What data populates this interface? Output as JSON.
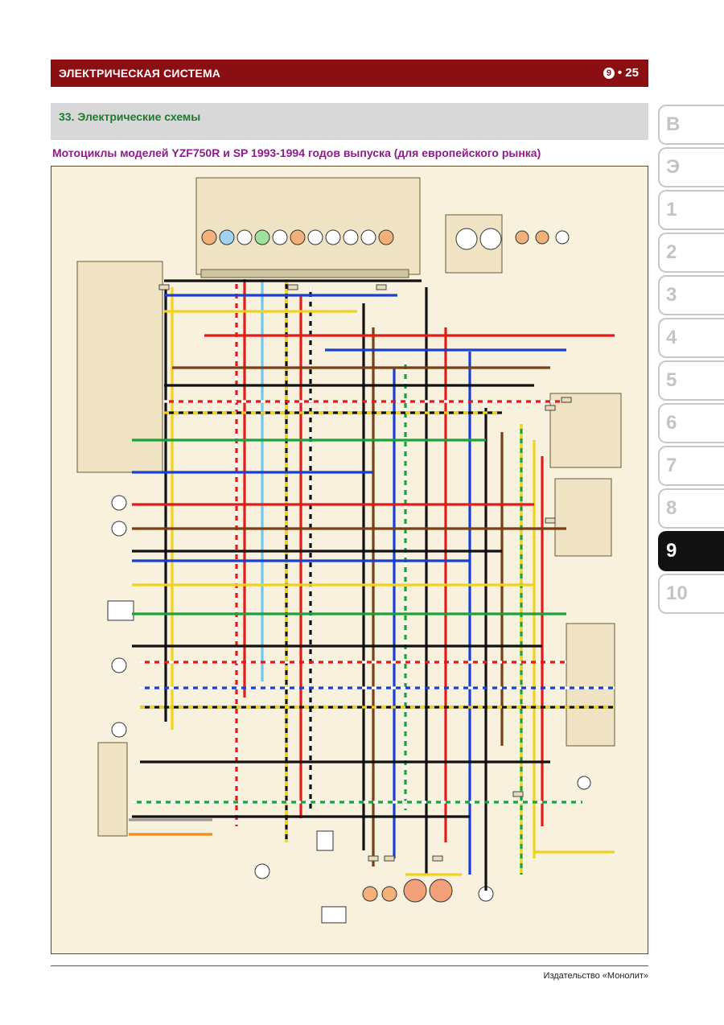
{
  "header": {
    "title": "ЭЛЕКТРИЧЕСКАЯ СИСТЕМА",
    "chapter_glyph": "9",
    "page": "• 25"
  },
  "section": {
    "title": "33. Электрические схемы"
  },
  "subtitle": "Мотоциклы моделей YZF750R и SP 1993-1994 годов выпуска (для европейского рынка)",
  "tabs": [
    {
      "label": "В",
      "active": false
    },
    {
      "label": "Э",
      "active": false
    },
    {
      "label": "1",
      "active": false
    },
    {
      "label": "2",
      "active": false
    },
    {
      "label": "3",
      "active": false
    },
    {
      "label": "4",
      "active": false
    },
    {
      "label": "5",
      "active": false
    },
    {
      "label": "6",
      "active": false
    },
    {
      "label": "7",
      "active": false
    },
    {
      "label": "8",
      "active": false
    },
    {
      "label": "9",
      "active": true
    },
    {
      "label": "10",
      "active": false
    }
  ],
  "footer": "Издательство «Монолит»",
  "colors": {
    "header_bg": "#8b0f12",
    "section_bg": "#d8d8d8",
    "section_text": "#1e7a2e",
    "subtitle_text": "#8a1d8a",
    "diagram_bg": "#f7f1de",
    "wire_red": "#e21b1b",
    "wire_blue": "#1b3fd1",
    "wire_black": "#111111",
    "wire_green": "#1aa33a",
    "wire_yellow": "#f2d21b",
    "wire_brown": "#7a3f16",
    "wire_sky": "#6fc7ef",
    "wire_white": "#ffffff",
    "wire_orange": "#f28a1b",
    "wire_gray": "#9a9a9a"
  }
}
